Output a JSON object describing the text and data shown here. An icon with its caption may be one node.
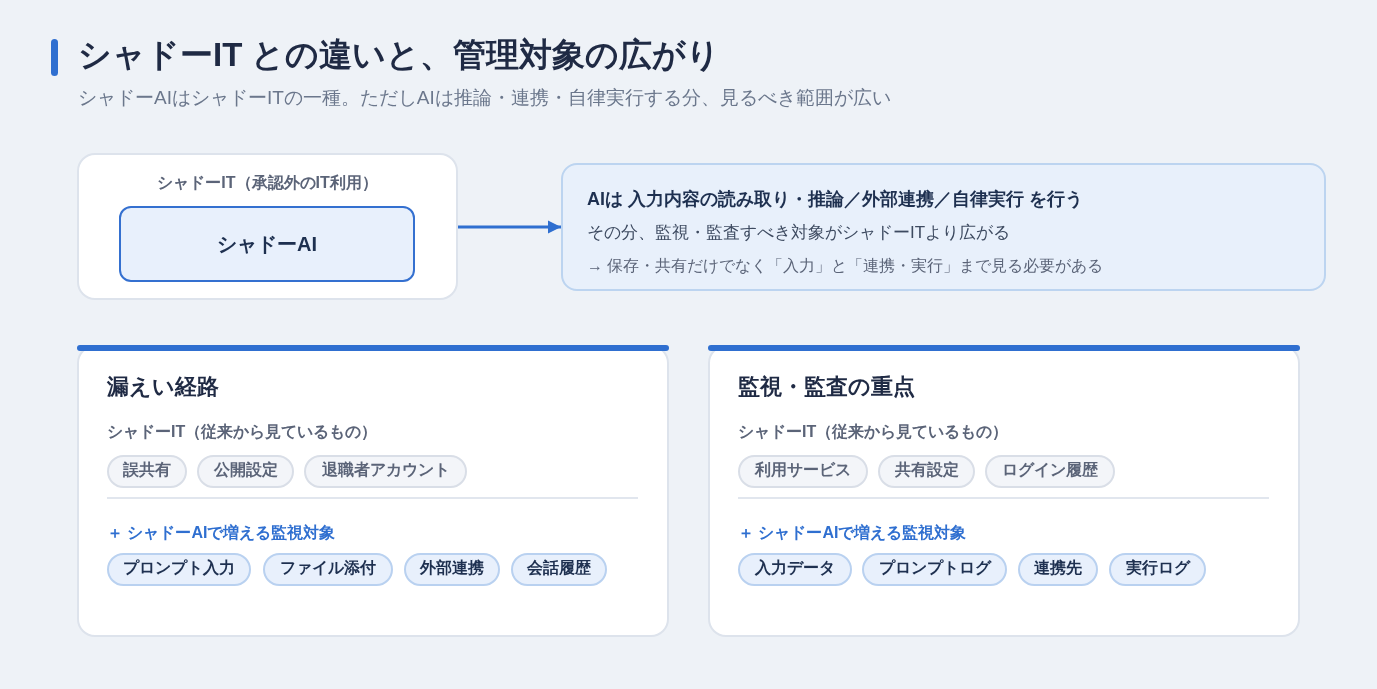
{
  "diagram": {
    "title": "シャドーIT との違いと、管理対象の広がり",
    "nodes": [
      {
        "text": [
          "シャドーIT（承認外のIT利用）"
        ]
      },
      {
        "text": [
          "シャドーAI"
        ],
        "in": 0
      },
      {
        "text": [
          "AIは 入力内容の読み取り・推論／外部連携／自律実行 を行う",
          "その分、監視・監査すべき対象がシャドーITより広がる",
          "→ 保存・共有だけでなく「入力」と「連携・実行」まで見る必要がある"
        ]
      },
      {
        "text": [
          "漏えい経路",
          "シャドーIT（従来から見ているもの）",
          "＋ シャドーAIで増える監視対象"
        ]
      },
      {
        "text": [
          "誤共有"
        ],
        "in": 3
      },
      {
        "text": [
          "公開設定"
        ],
        "in": 3
      },
      {
        "text": [
          "退職者アカウント"
        ],
        "in": 3
      },
      {
        "text": [
          "プロンプト入力"
        ],
        "in": 3
      },
      {
        "text": [
          "ファイル添付"
        ],
        "in": 3
      },
      {
        "text": [
          "外部連携"
        ],
        "in": 3
      },
      {
        "text": [
          "会話履歴"
        ],
        "in": 3
      },
      {
        "text": [
          "監視・監査の重点",
          "シャドーIT（従来から見ているもの）",
          "＋ シャドーAIで増える監視対象"
        ]
      },
      {
        "text": [
          "利用サービス"
        ],
        "in": 11
      },
      {
        "text": [
          "共有設定"
        ],
        "in": 11
      },
      {
        "text": [
          "ログイン履歴"
        ],
        "in": 11
      },
      {
        "text": [
          "入力データ"
        ],
        "in": 11
      },
      {
        "text": [
          "プロンプトログ"
        ],
        "in": 11
      },
      {
        "text": [
          "連携先"
        ],
        "in": 11
      },
      {
        "text": [
          "実行ログ"
        ],
        "in": 11
      }
    ],
    "edges": [
      {
        "from": 0,
        "to": 2,
        "arrow": "to"
      }
    ],
    "labels": [
      "シャドーAIはシャドーITの一種。ただしAIは推論・連携・自律実行する分、見るべき範囲が広い"
    ]
  }
}
